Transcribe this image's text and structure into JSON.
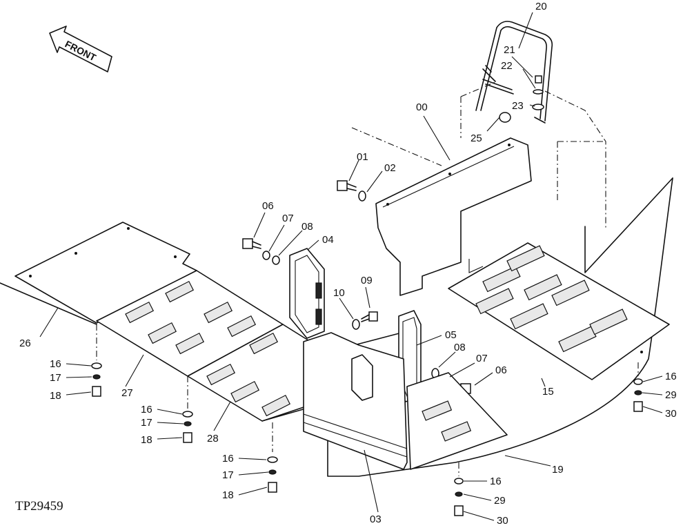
{
  "drawing_id": "TP29459",
  "direction_label": "FRONT",
  "callouts": {
    "c00": "00",
    "c01": "01",
    "c02": "02",
    "c03": "03",
    "c04": "04",
    "c05": "05",
    "c06a": "06",
    "c06b": "06",
    "c07a": "07",
    "c07b": "07",
    "c08a": "08",
    "c08b": "08",
    "c09": "09",
    "c10": "10",
    "c15": "15",
    "c16a": "16",
    "c16b": "16",
    "c16c": "16",
    "c16d": "16",
    "c16e": "16",
    "c17a": "17",
    "c17b": "17",
    "c17c": "17",
    "c18a": "18",
    "c18b": "18",
    "c18c": "18",
    "c19": "19",
    "c20": "20",
    "c21": "21",
    "c22": "22",
    "c23": "23",
    "c25": "25",
    "c26": "26",
    "c27": "27",
    "c28": "28",
    "c29a": "29",
    "c29b": "29",
    "c30a": "30",
    "c30b": "30"
  }
}
